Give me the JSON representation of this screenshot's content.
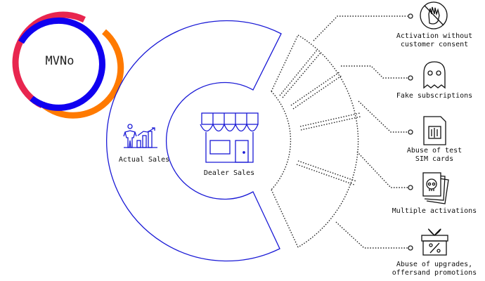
{
  "logo": {
    "text": "MVNo",
    "colors": {
      "blue": "#1000f0",
      "pink": "#e8264f",
      "orange": "#ff7a00"
    }
  },
  "diagram": {
    "line_color": "#1a1ad6",
    "dotted_color": "#222222",
    "outer_ring_label": "Actual Sales",
    "inner_ring_label": "Dealer Sales",
    "outer_icon": "person-with-growth-chart-icon",
    "inner_icon": "storefront-icon"
  },
  "fraud_types": [
    {
      "line1": "Activation without",
      "line2": "customer consent",
      "icon": "forbidden-hand-icon"
    },
    {
      "line1": "Fake subscriptions",
      "line2": "",
      "icon": "ghost-icon"
    },
    {
      "line1": "Abuse of test",
      "line2": "SIM cards",
      "icon": "sim-card-icon"
    },
    {
      "line1": "Multiple activations",
      "line2": "",
      "icon": "stacked-skull-cards-icon"
    },
    {
      "line1": "Abuse of upgrades,",
      "line2": "offersand promotions",
      "icon": "gift-percent-icon"
    }
  ]
}
